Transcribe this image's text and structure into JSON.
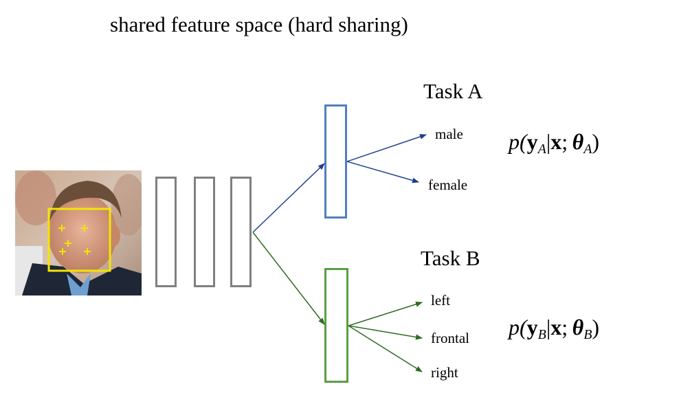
{
  "title": "shared feature space (hard sharing)",
  "task_a": {
    "title": "Task A",
    "outputs": [
      "male",
      "female"
    ],
    "formula": {
      "p": "p(",
      "y": "y",
      "sub": "A",
      "mid": "|",
      "x": "x",
      "semi": "; ",
      "theta": "θ",
      "theta_sub": "A",
      "close": ")"
    },
    "color": "#4f7fbf",
    "arrow_color": "#1f3f8f"
  },
  "task_b": {
    "title": "Task B",
    "outputs": [
      "left",
      "frontal",
      "right"
    ],
    "formula": {
      "p": "p(",
      "y": "y",
      "sub": "B",
      "mid": "|",
      "x": "x",
      "semi": "; ",
      "theta": "θ",
      "theta_sub": "B",
      "close": ")"
    },
    "color": "#5a9e44",
    "arrow_color": "#2e6b1f"
  },
  "shared_layers": {
    "count": 3,
    "color": "#7f7f7f"
  },
  "face_box_color": "#f2e600"
}
